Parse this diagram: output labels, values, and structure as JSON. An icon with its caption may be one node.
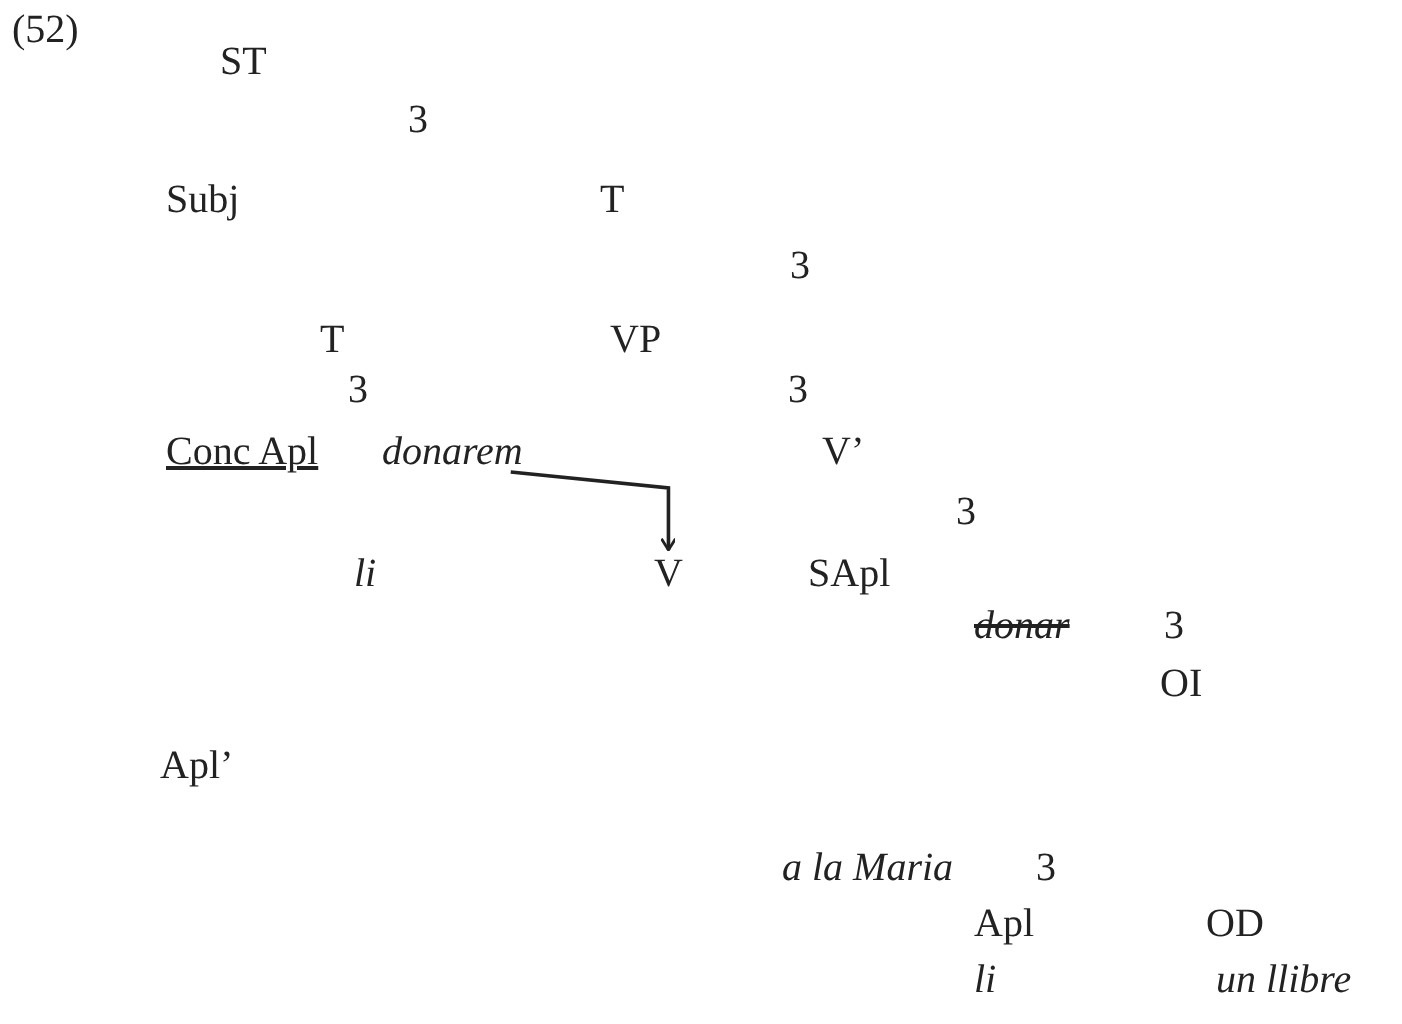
{
  "diagram": {
    "nodes": [
      {
        "text": [
          "donarem"
        ]
      },
      {
        "text": [
          "V"
        ]
      }
    ],
    "edges": [
      {
        "from": 0,
        "to": 1,
        "arrow": "to"
      }
    ],
    "labels": [
      "(52)",
      "ST",
      "3",
      "Subj",
      "T",
      "3",
      "T",
      "VP",
      "3",
      "3",
      "Conc Apl",
      "V’",
      "3",
      "li",
      "SApl",
      "donar",
      "3",
      "OI",
      "Apl’",
      "a la Maria",
      "3",
      "Apl",
      "OD",
      "li",
      "un llibre"
    ]
  }
}
